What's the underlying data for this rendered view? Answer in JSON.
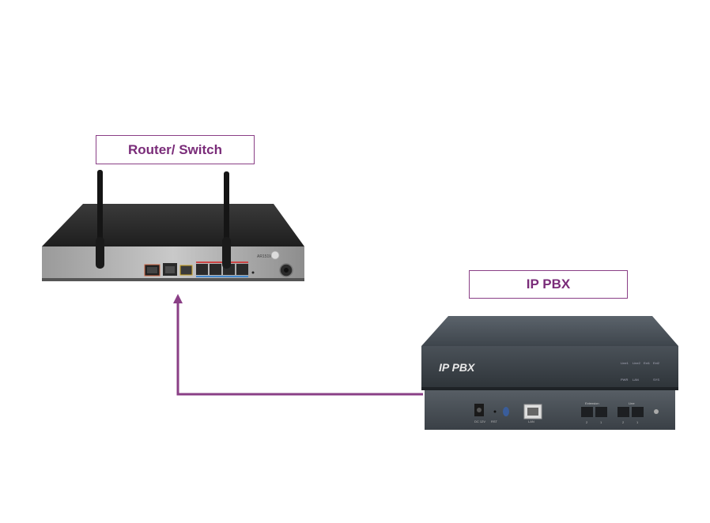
{
  "labels": {
    "router": "Router/ Switch",
    "pbx": "IP PBX"
  },
  "devices": {
    "router": {
      "model": "AR151W"
    },
    "pbx": {
      "front_text": "IP PBX",
      "led_labels": [
        "Line1",
        "Line2",
        "Ext1",
        "Ext2",
        "PWR",
        "LAN",
        "SYS"
      ],
      "back_labels": [
        "DC 12V",
        "RST",
        "LAN",
        "Extension",
        "Line",
        "2",
        "1",
        "2",
        "1"
      ]
    }
  },
  "colors": {
    "accent": "#8a3f86",
    "connector": "#8a3f86"
  }
}
